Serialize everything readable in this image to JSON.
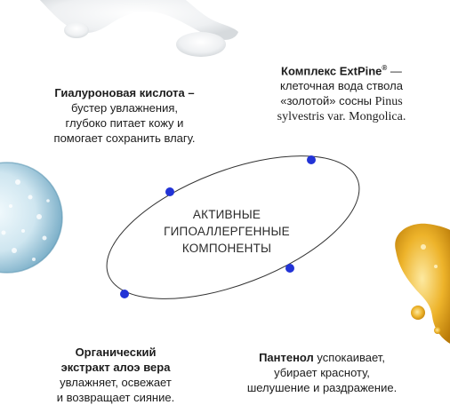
{
  "center": {
    "lines": [
      "АКТИВНЫЕ",
      "ГИПОАЛЛЕРГЕННЫЕ",
      "КОМПОНЕНТЫ"
    ]
  },
  "hyaluronic": {
    "title": "Гиалуроновая кислота –",
    "lines": [
      "бустер увлажнения,",
      "глубоко питает кожу и",
      "помогает сохранить влагу."
    ]
  },
  "extpine": {
    "title": "Комплекс ExtPine",
    "reg": "®",
    "dash": " —",
    "line2": "клеточная вода ствола",
    "line3_sans": "«золотой» сосны ",
    "line3_serif": "Pinus",
    "line4_serif": "sylvestris var. Mongolica."
  },
  "aloe": {
    "title_lines": [
      "Органический",
      "экстракт алоэ вера"
    ],
    "lines": [
      "увлажняет, освежает",
      "и возвращает сияние."
    ]
  },
  "panthenol": {
    "title": "Пантенол",
    "rest": " успокаивает,",
    "lines": [
      "убирает красноту,",
      "шелушение и раздражение."
    ]
  },
  "colors": {
    "dot": "#2233d6",
    "ellipse": "#333333",
    "gold": "#e2a71b",
    "water": "#7fb6cf"
  }
}
